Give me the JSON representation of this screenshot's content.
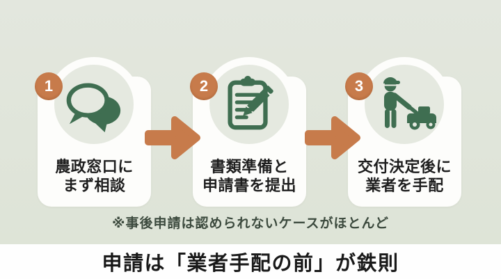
{
  "colors": {
    "background": "#dfe5d9",
    "card": "#fdfdfb",
    "circle_fill": "#e5e9e0",
    "accent_orange": "#c77b4b",
    "icon_green": "#3f6e51",
    "label_text": "#1e1e1e",
    "note_text": "#3c4a3e",
    "title_text": "#191919",
    "footer_band": "#fefefe"
  },
  "steps": [
    {
      "number": "1",
      "icon": "chat-bubbles-icon",
      "label_lines": [
        "農政窓口に",
        "まず相談"
      ]
    },
    {
      "number": "2",
      "icon": "clipboard-pencil-icon",
      "label_lines": [
        "書類準備と",
        "申請書を提出"
      ]
    },
    {
      "number": "3",
      "icon": "lawn-mower-worker-icon",
      "label_lines": [
        "交付決定後に",
        "業者を手配"
      ]
    }
  ],
  "note": "※事後申請は認められないケースがほとんど",
  "footer_title": "申請は「業者手配の前」が鉄則"
}
